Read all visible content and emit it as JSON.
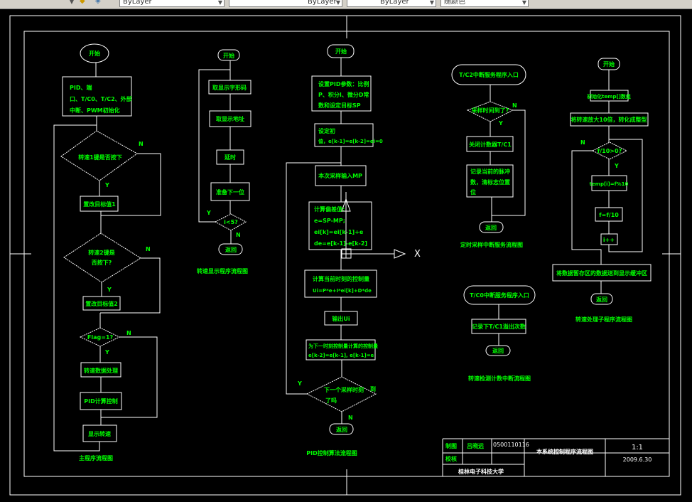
{
  "toolbar": {
    "layer_combo": "ByLayer",
    "linetype_combo": "ByLayer",
    "lineweight_combo": "ByLayer",
    "color_combo": "随颜色"
  },
  "main_chart": {
    "start": "开始",
    "init": [
      "PID、端",
      "口、T/C0、T/C2、外部",
      "中断、PWM初始化"
    ],
    "dec1": "转速1键是否按下",
    "set1": "置改目标值1",
    "dec2": [
      "转速2键是",
      "否按下?"
    ],
    "set2": "置改目标值2",
    "dec3": "Flag=1?",
    "proc": "转速数据处理",
    "pid": "PID计算控制",
    "show": "显示转速",
    "yes": "Y",
    "no": "N",
    "caption": "主程序流程图"
  },
  "display_chart": {
    "start": "开始",
    "s1": "取显示字形码",
    "s2": "取显示地址",
    "s3": "延时",
    "s4": "准备下一位",
    "dec": "i<5?",
    "yes": "Y",
    "no": "N",
    "ret": "返回",
    "caption": "转速显示程序流程图"
  },
  "pid_chart": {
    "start": "开始",
    "s1": [
      "设置PID参数：比例",
      "P、积分I、微分D常",
      "数和设定目标SP"
    ],
    "s2": [
      "设定初",
      "值，e[k-1]=e[k-2]=ei=0"
    ],
    "s3": "本次采样输入MP",
    "s4": [
      "计算偏差值:",
      "e=SP-MP;",
      "ei[k]=ei[k-1]+e",
      "de=e[k-1]-e[k-2]"
    ],
    "s5": [
      "计算当前时刻的控制量",
      "Ui=P*e+I*ei[k]+D*de"
    ],
    "s6": "输出Ui",
    "s7": [
      "为下一时刻控制量计算的控制量",
      "e[k-2]=e[k-1], e[k-1]=e"
    ],
    "dec": [
      "下一个采样时刻",
      "到",
      "了吗"
    ],
    "yes": "Y",
    "no": "N",
    "ret": "返回",
    "ucs_x": "X",
    "caption": "PID控制算法流程图"
  },
  "tc2_chart": {
    "entry": "T/C2中断服务程序入口",
    "dec": "采样时间到了?",
    "yes": "Y",
    "no": "N",
    "s1": "关闭计数器T/C1",
    "s2": [
      "记录当前的脉冲",
      "数，清标志位置",
      "位"
    ],
    "ret": "返回",
    "caption": "定时采样中断服务流程图"
  },
  "tc0_chart": {
    "entry": "T/C0中断服务程序入口",
    "s1": "记录下T/C1溢出次数",
    "ret": "返回",
    "caption": "转速检测计数中断流程图"
  },
  "speed_chart": {
    "start": "开始",
    "s1": "初始化temp[]数组",
    "s2": "将转速放大10倍，转化成整型",
    "dec": "f/10>0?",
    "yes": "Y",
    "no": "N",
    "s3": "temp[i]=f%10",
    "s4": "f=f/10",
    "s5": "i++",
    "s6": "将数据暂存区的数据送到显示缓冲区",
    "ret": "返回",
    "caption": "转速处理子程序流程图"
  },
  "title_block": {
    "drawn_label": "制图",
    "drawer": "吕晓远",
    "student_id": "0500110116",
    "check_label": "校核",
    "drawing_title": "本系统控制程序流程图",
    "scale": "1:1",
    "date": "2009.6.30",
    "school": "桂林电子科技大学"
  }
}
